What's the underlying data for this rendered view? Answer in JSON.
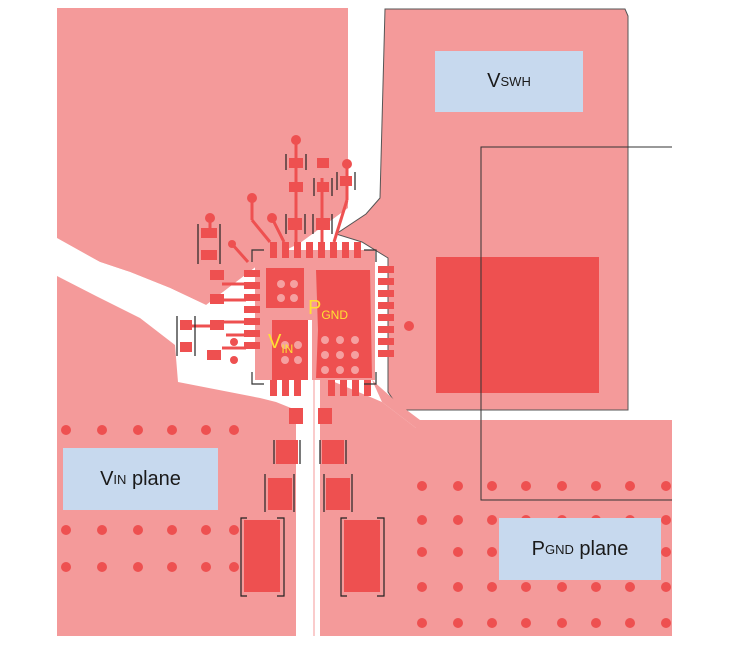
{
  "labels": {
    "vswh": {
      "main": "V",
      "sub": "SWH",
      "suffix": ""
    },
    "vin_plane": {
      "main": "V",
      "sub": "IN",
      "suffix": " plane"
    },
    "pgnd_plane": {
      "main": "P",
      "sub": "GND",
      "suffix": " plane"
    },
    "pgnd_pin": {
      "main": "P",
      "sub": "GND"
    },
    "vin_pin": {
      "main": "V",
      "sub": "IN"
    }
  },
  "colors": {
    "copper_light": "#f49a9a",
    "copper_dark": "#ee5050",
    "label_box": "#c7d9ee",
    "label_yellow": "#ffe033",
    "silkscreen": "#222222"
  }
}
